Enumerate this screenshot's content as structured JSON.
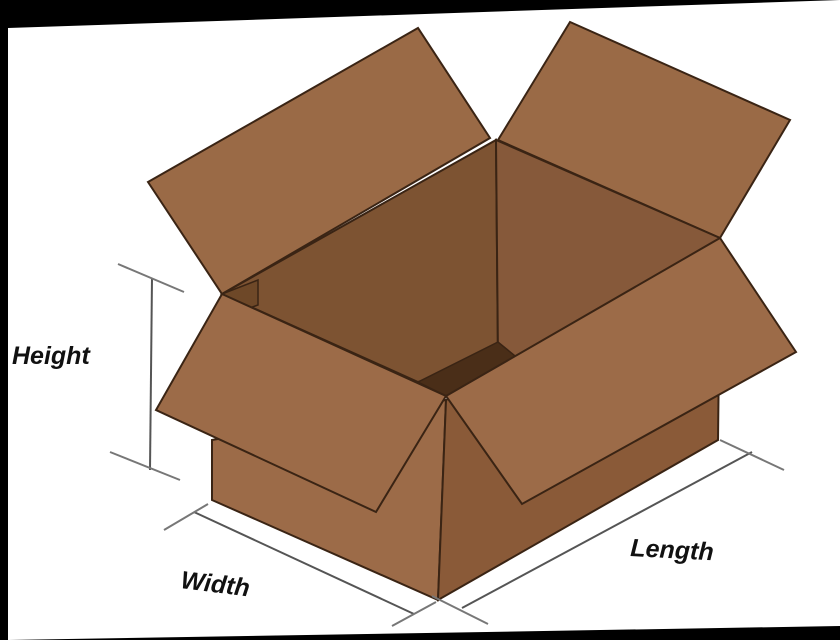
{
  "labels": {
    "height": "Height",
    "width": "Width",
    "length": "Length"
  },
  "colors": {
    "frame": "#000000",
    "background": "#ffffff",
    "cardboard_outer": "#9c6b48",
    "cardboard_side": "#8a5a38",
    "cardboard_inner": "#7d5332",
    "cardboard_inner_dark": "#6e4828",
    "cardboard_floor": "#4a2e18",
    "edge": "#3a2414",
    "dimension_line": "#555555"
  }
}
